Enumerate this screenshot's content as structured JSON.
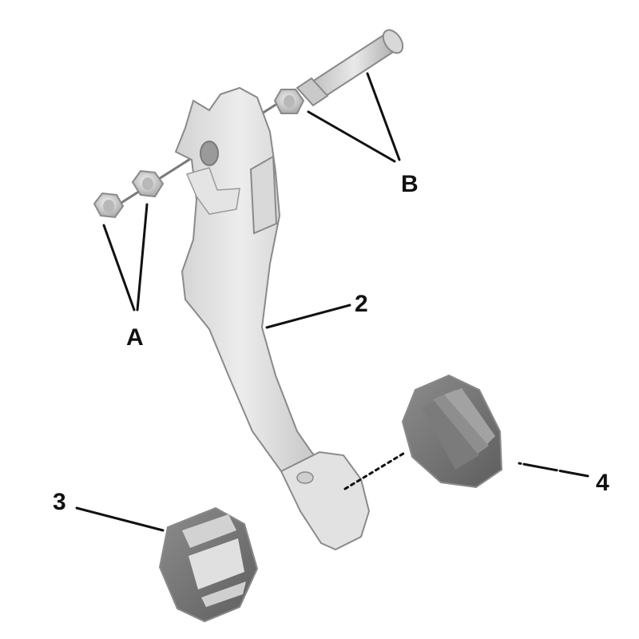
{
  "callouts": {
    "A": "A",
    "B": "B",
    "two": "2",
    "three": "3",
    "four": "4"
  },
  "colors": {
    "part_light": "#e6e6e6",
    "part_mid": "#cfcfcf",
    "part_dark": "#9a9a9a",
    "pad_dark": "#6e6e6e",
    "leader": "#111111"
  }
}
